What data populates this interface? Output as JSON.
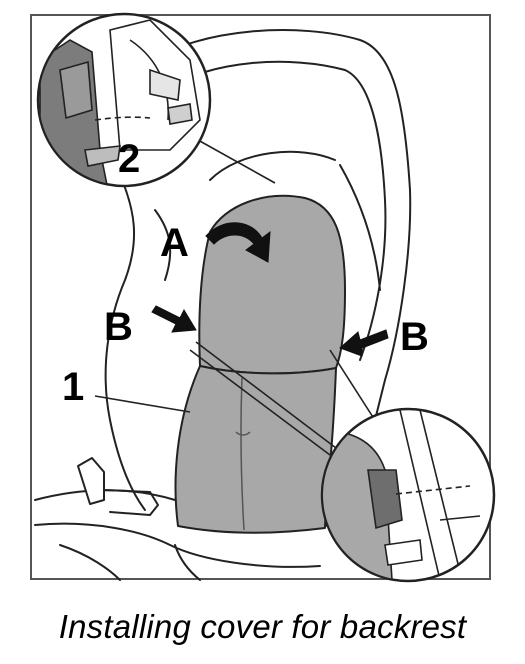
{
  "diagram": {
    "caption": "Installing cover for backrest",
    "labels": {
      "part_1": "1",
      "part_2": "2",
      "step_a": "A",
      "step_b_left": "B",
      "step_b_right": "B"
    },
    "colors": {
      "cover_fill": "#a8a8a8",
      "detail_dark": "#7c7c7c",
      "outline": "#222222",
      "background": "#ffffff"
    }
  }
}
